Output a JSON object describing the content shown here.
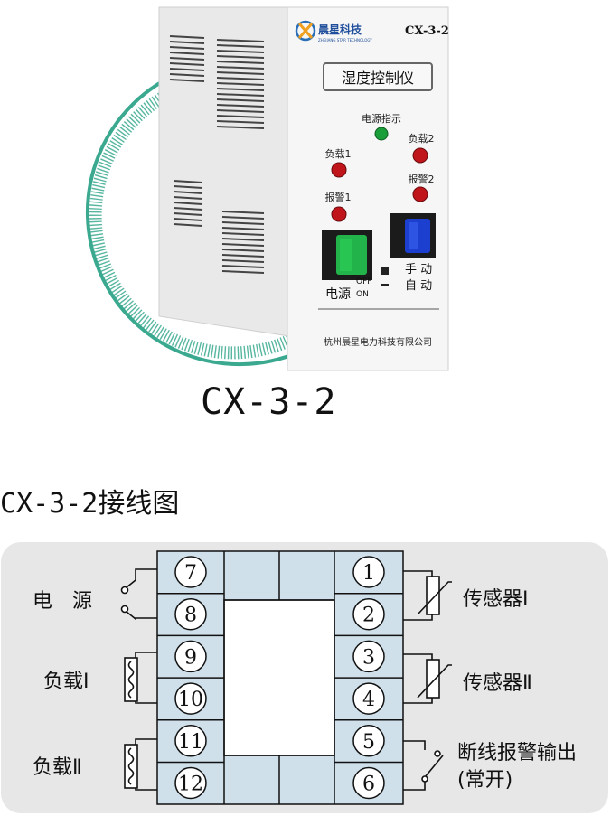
{
  "device": {
    "brand": "晨星科技",
    "brand_sub": "ZHEJIANG STAR TECHNOLOGY",
    "model": "CX-3-2",
    "name_plate": "湿度控制仪",
    "power_indicator_label": "电源指示",
    "load1_label": "负载1",
    "alarm1_label": "报警1",
    "load2_label": "负载2",
    "alarm2_label": "报警2",
    "power_switch_label": "电源",
    "off_label": "OFF",
    "on_label": "ON",
    "manual_label": "手 动",
    "auto_label": "自 动",
    "company": "杭州晨星电力科技有限公司",
    "colors": {
      "body": "#f4f4f4",
      "green_led": "#1a9e3a",
      "red_led": "#c0151a",
      "green_switch": "#22b34a",
      "blue_switch": "#1d3fcf",
      "ring": "#3aa98f"
    }
  },
  "caption": "CX-3-2",
  "wiring": {
    "title": "CX-3-2接线图",
    "terminals_left": [
      "7",
      "8",
      "9",
      "10",
      "11",
      "12"
    ],
    "terminals_right": [
      "1",
      "2",
      "3",
      "4",
      "5",
      "6"
    ],
    "left_labels": {
      "power": "电　源",
      "load1": "负载Ⅰ",
      "load2": "负载Ⅱ"
    },
    "right_labels": {
      "sensor1": "传感器Ⅰ",
      "sensor2": "传感器Ⅱ",
      "alarm_out": "断线报警输出",
      "alarm_out_note": "(常开)"
    },
    "colors": {
      "panel": "#e7e7e7",
      "block": "#cfe0ea",
      "line": "#111111"
    }
  }
}
